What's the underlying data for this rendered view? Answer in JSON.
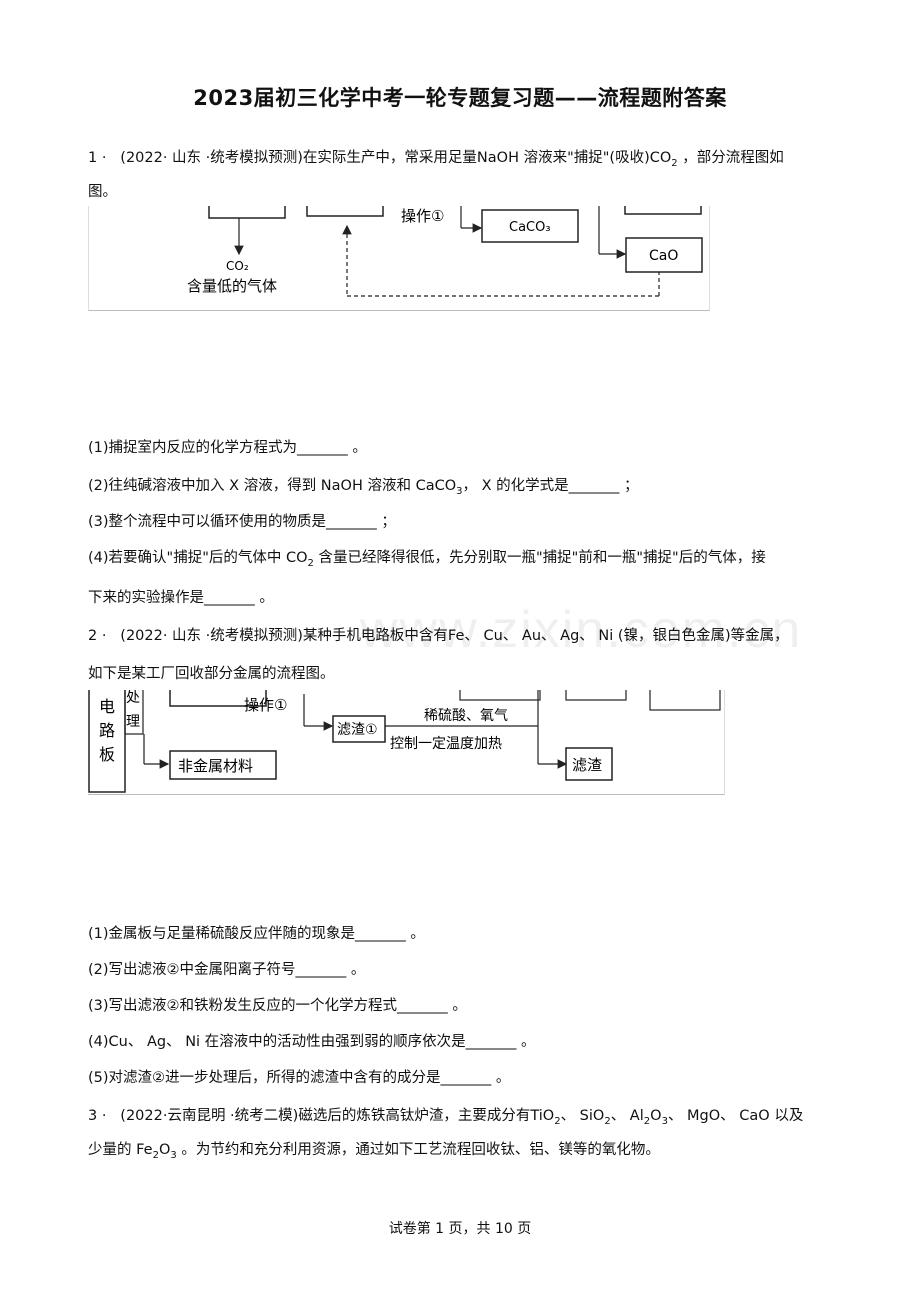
{
  "title": "2023届初三化学中考一轮专题复习题——流程题附答案",
  "q1": {
    "num": "1 ·",
    "stem_a": "(2022· 山东 ·统考模拟预测)在实际生产中，常采用足量NaOH 溶液来\"捕捉\"(吸收)CO",
    "stem_sub": "2",
    "stem_b": " ，部分流程图如",
    "stem_c": "图。",
    "fig": {
      "op1": "操作①",
      "caco3": "CaCO₃",
      "cao": "CaO",
      "co2": "CO₂",
      "gas": "含量低的气体"
    },
    "sub1": "(1)捕捉室内反应的化学方程式为_______ 。",
    "sub2_a": "(2)往纯碱溶液中加入 X 溶液，得到 NaOH 溶液和 CaCO",
    "sub2_sub": "3",
    "sub2_b": "，  X 的化学式是_______ ；",
    "sub3": "(3)整个流程中可以循环使用的物质是_______ ；",
    "sub4_a": "(4)若要确认\"捕捉\"后的气体中 CO",
    "sub4_sub": "2",
    "sub4_b": " 含量已经降得很低，先分别取一瓶\"捕捉\"前和一瓶\"捕捉\"后的气体，接",
    "sub4_c": "下来的实验操作是_______ 。"
  },
  "q2": {
    "num": "2 ·",
    "stem_a": "(2022· 山东 ·统考模拟预测)某种手机电路板中含有Fe、  Cu、  Au、  Ag、  Ni (镍，银白色金属)等金属，",
    "stem_b": "如下是某工厂回收部分金属的流程图。",
    "fig": {
      "board1": "电",
      "board2": "路",
      "board3": "板",
      "proc1": "处",
      "proc2": "理",
      "op1": "操作①",
      "residue1": "滤渣①",
      "reagent": "稀硫酸、氧气",
      "cond": "控制一定温度加热",
      "nonmetal": "非金属材料",
      "residue2": "滤渣"
    },
    "sub1": "(1)金属板与足量稀硫酸反应伴随的现象是_______ 。",
    "sub2": "(2)写出滤液②中金属阳离子符号_______ 。",
    "sub3": "(3)写出滤液②和铁粉发生反应的一个化学方程式_______ 。",
    "sub4": "(4)Cu、  Ag、  Ni 在溶液中的活动性由强到弱的顺序依次是_______ 。",
    "sub5": "(5)对滤渣②进一步处理后，所得的滤渣中含有的成分是_______ 。"
  },
  "q3": {
    "num": "3 ·",
    "stem_a": "(2022·云南昆明 ·统考二模)磁选后的炼铁高钛炉渣，主要成分有TiO",
    "s1": "2",
    "stem_b": "、  SiO",
    "s2": "2",
    "stem_c": "、  Al",
    "s3": "2",
    "stem_d": "O",
    "s4": "3",
    "stem_e": "、  MgO、  CaO 以及",
    "stem_f": "少量的 Fe",
    "s5": "2",
    "stem_g": "O",
    "s6": "3",
    "stem_h": " 。为节约和充分利用资源，通过如下工艺流程回收钛、铝、镁等的氧化物。"
  },
  "watermark": "www.zixin.com.cn",
  "footer": "试卷第 1 页，共 10 页"
}
